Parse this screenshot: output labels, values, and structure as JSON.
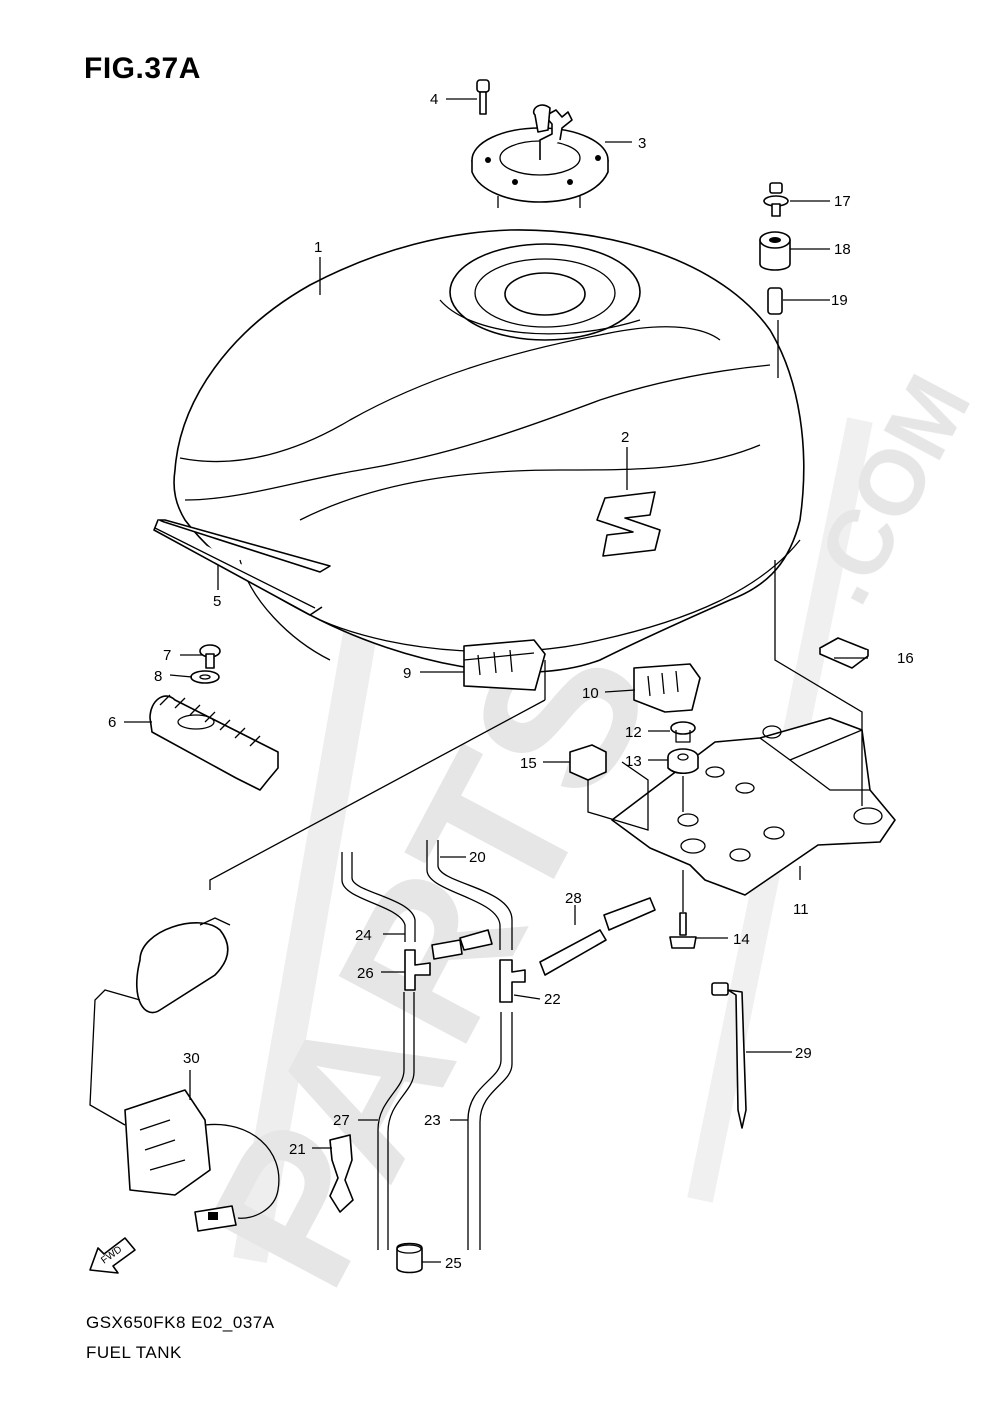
{
  "figure": {
    "title": "FIG.37A",
    "model_code": "GSX650FK8 E02_037A",
    "name": "FUEL TANK"
  },
  "watermark": {
    "brand": "PARTS",
    "suffix": ".COM"
  },
  "direction_marker": "FWD",
  "callouts": {
    "c1": "1",
    "c2": "2",
    "c3": "3",
    "c4": "4",
    "c5": "5",
    "c6": "6",
    "c7": "7",
    "c8": "8",
    "c9": "9",
    "c10": "10",
    "c11": "11",
    "c12": "12",
    "c13": "13",
    "c14": "14",
    "c15": "15",
    "c16": "16",
    "c17": "17",
    "c18": "18",
    "c19": "19",
    "c20": "20",
    "c21": "21",
    "c22": "22",
    "c23": "23",
    "c24": "24",
    "c25": "25",
    "c26": "26",
    "c27": "27",
    "c28": "28",
    "c29": "29",
    "c30": "30"
  }
}
